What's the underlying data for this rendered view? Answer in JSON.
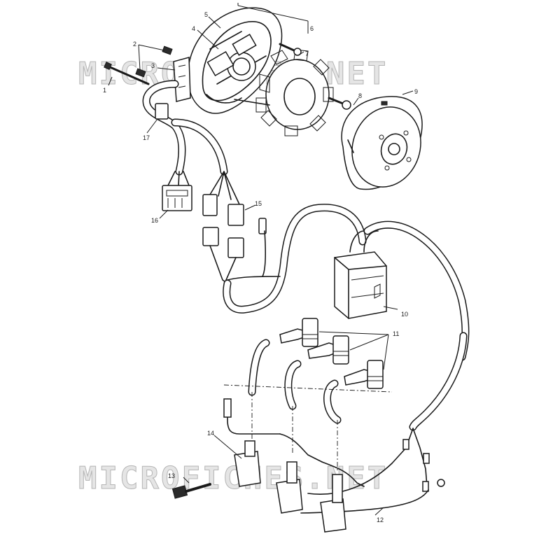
{
  "watermark": {
    "text": "MICROFICHES.NET"
  },
  "callouts": {
    "c1": "1",
    "c2": "2",
    "c3": "3",
    "c4": "4",
    "c5": "5",
    "c6": "6",
    "c7": "7",
    "c8": "8",
    "c9": "9",
    "c10": "10",
    "c11": "11",
    "c12": "12",
    "c13": "13",
    "c14": "14",
    "c15": "15",
    "c16": "16",
    "c17": "17"
  }
}
